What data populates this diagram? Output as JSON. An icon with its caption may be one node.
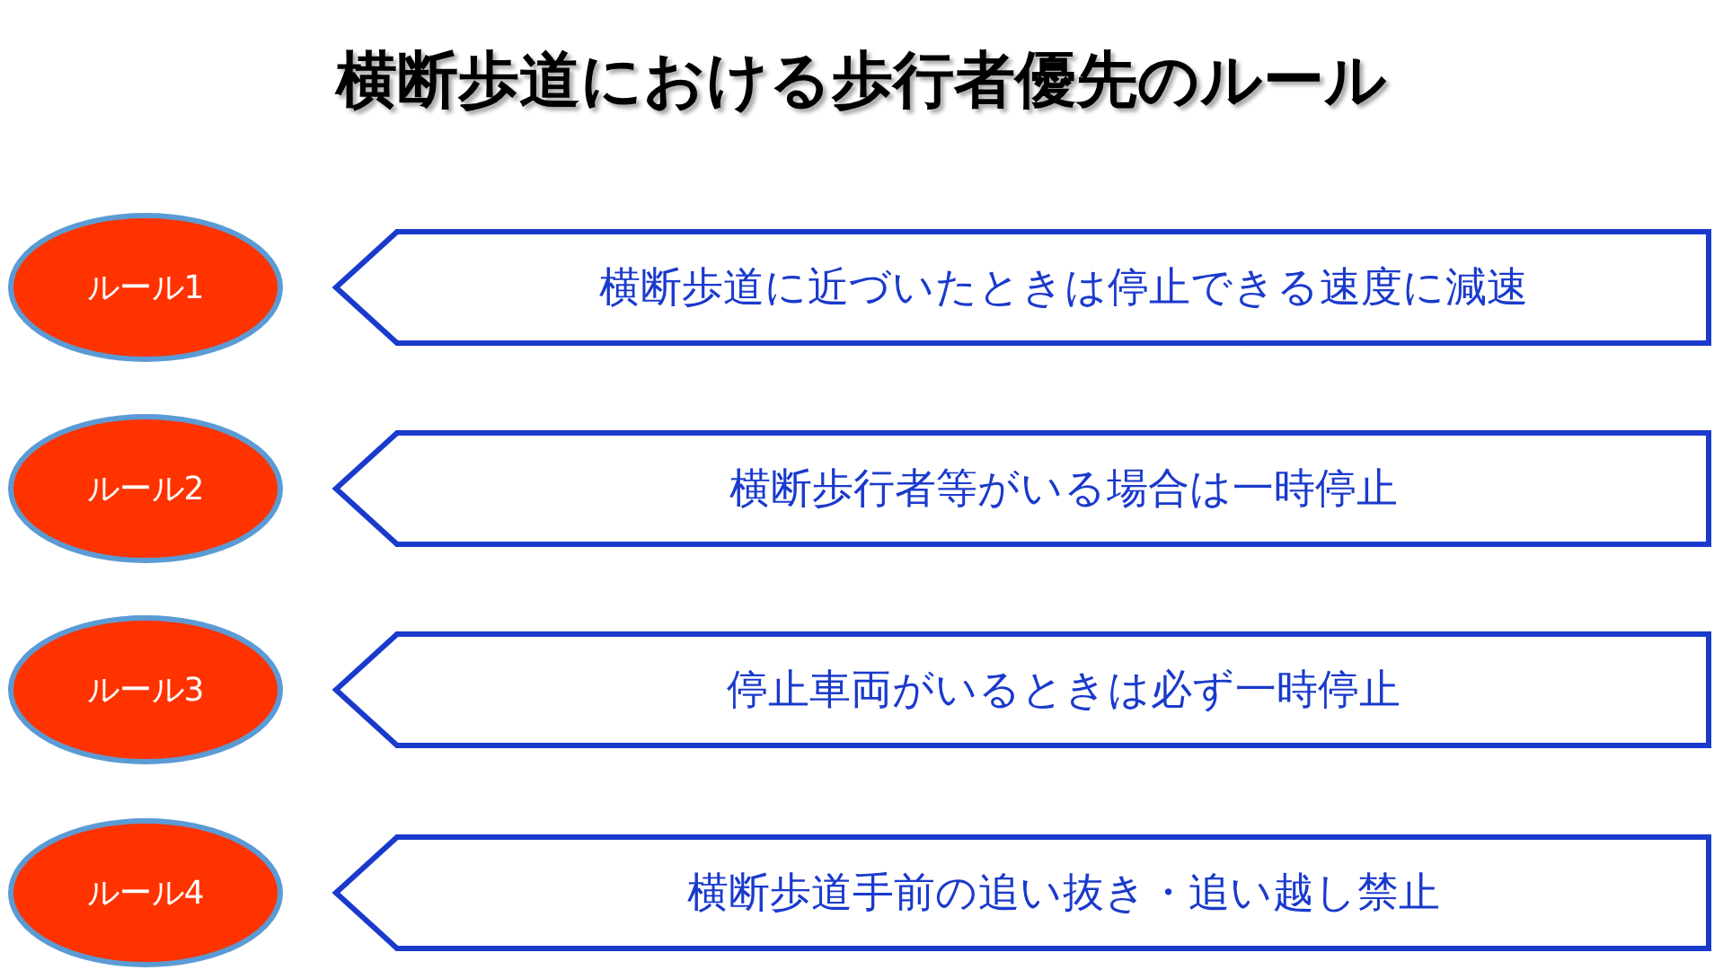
{
  "diagram": {
    "title": "横断歩道における歩行者優先のルール",
    "nodes": [
      {
        "text": [
          "ルール1"
        ]
      },
      {
        "text": [
          "横断歩道に近づいたときは停止できる速度に減速"
        ]
      },
      {
        "text": [
          "ルール2"
        ]
      },
      {
        "text": [
          "横断歩行者等がいる場合は一時停止"
        ]
      },
      {
        "text": [
          "ルール3"
        ]
      },
      {
        "text": [
          "停止車両がいるときは必ず一時停止"
        ]
      },
      {
        "text": [
          "ルール4"
        ]
      },
      {
        "text": [
          "横断歩道手前の追い抜き・追い越し禁止"
        ]
      }
    ]
  }
}
